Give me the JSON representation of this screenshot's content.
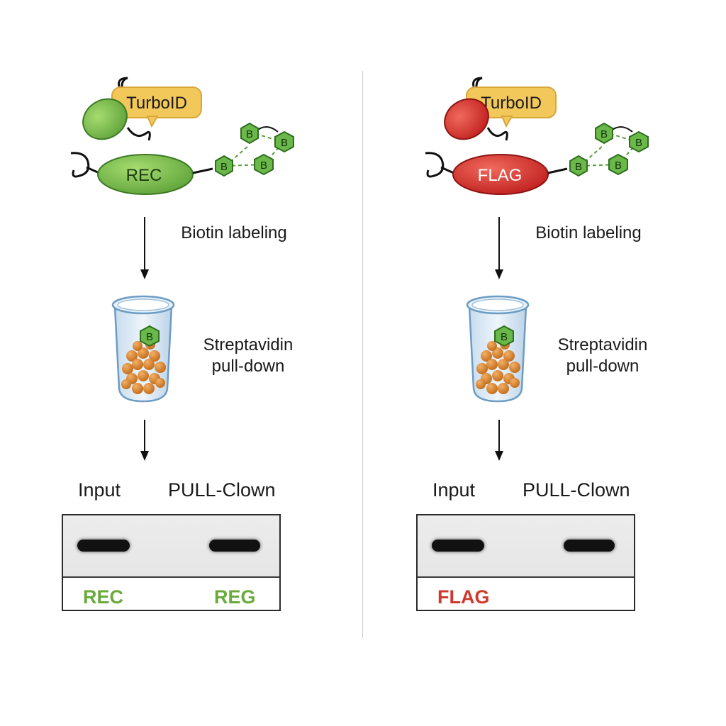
{
  "colors": {
    "green": "#7cbf4a",
    "green_text": "#6aaa3a",
    "red": "#d83232",
    "red_text": "#d03a2e",
    "tag_yellow": "#f2c85b",
    "biotin_green": "#4e9a3c",
    "bead_orange": "#d9832b"
  },
  "left_panel": {
    "tag_label": "TurboID",
    "bait_label": "REC",
    "biotin_glyph": "B",
    "step1_label": "Biotin labeling",
    "step2_line1": "Streptavidin",
    "step2_line2": "pull-down",
    "lane_input_label": "Input",
    "lane_pull_label": "PULL-Clown",
    "blot_label_input": "REC",
    "blot_label_pull": "REG"
  },
  "right_panel": {
    "tag_label": "TurboID",
    "bait_label": "FLAG",
    "biotin_glyph": "B",
    "step1_label": "Biotin labeling",
    "step2_line1": "Streptavidin",
    "step2_line2": "pull-down",
    "lane_input_label": "Input",
    "lane_pull_label": "PULL-Clown",
    "blot_label_input": "FLAG"
  }
}
